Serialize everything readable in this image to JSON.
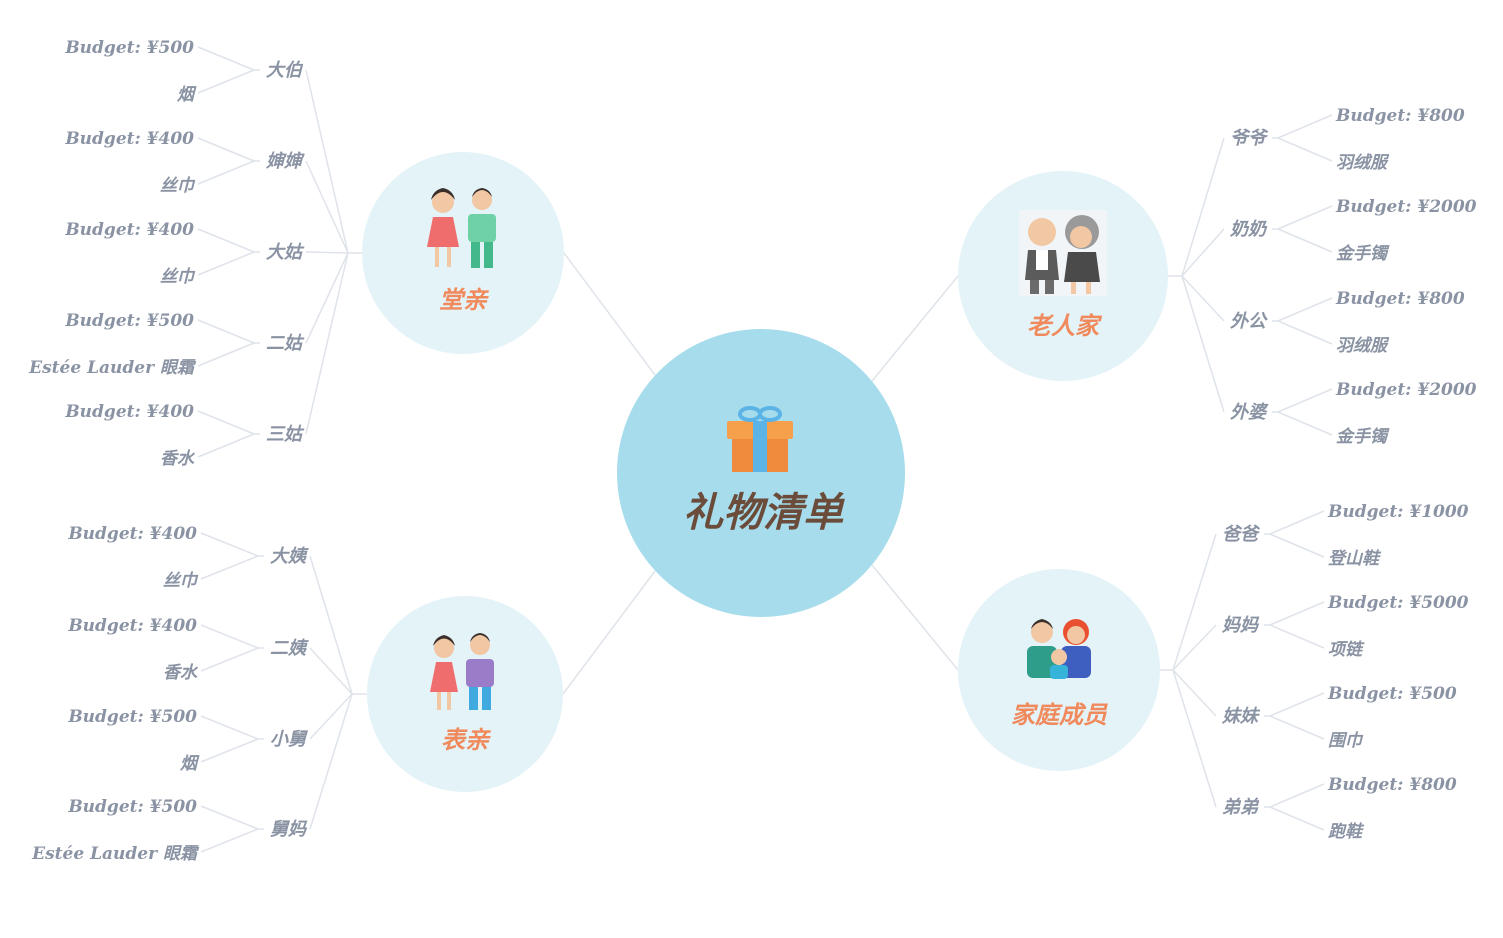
{
  "center": {
    "title": "礼物清单",
    "icon": "gift-icon",
    "color": "#a6dcec"
  },
  "colors": {
    "category_bg": "#e4f3f8",
    "category_text": "#f08a5d",
    "leaf_text": "#8a93a3",
    "center_text": "#6b4c3b",
    "line": "#dfe3ea"
  },
  "categories": [
    {
      "id": "tangqin",
      "label": "堂亲",
      "icon": "cousins-paternal-icon",
      "members": [
        {
          "name": "大伯",
          "budget": "Budget: ¥500",
          "gift": "烟"
        },
        {
          "name": "婶婶",
          "budget": "Budget: ¥400",
          "gift": "丝巾"
        },
        {
          "name": "大姑",
          "budget": "Budget: ¥400",
          "gift": "丝巾"
        },
        {
          "name": "二姑",
          "budget": "Budget: ¥500",
          "gift": "Estée Lauder 眼霜"
        },
        {
          "name": "三姑",
          "budget": "Budget: ¥400",
          "gift": "香水"
        }
      ]
    },
    {
      "id": "biaoqin",
      "label": "表亲",
      "icon": "cousins-maternal-icon",
      "members": [
        {
          "name": "大姨",
          "budget": "Budget: ¥400",
          "gift": "丝巾"
        },
        {
          "name": "二姨",
          "budget": "Budget: ¥400",
          "gift": "香水"
        },
        {
          "name": "小舅",
          "budget": "Budget: ¥500",
          "gift": "烟"
        },
        {
          "name": "舅妈",
          "budget": "Budget: ¥500",
          "gift": "Estée Lauder 眼霜"
        }
      ]
    },
    {
      "id": "laorenjia",
      "label": "老人家",
      "icon": "grandparents-icon",
      "members": [
        {
          "name": "爷爷",
          "budget": "Budget: ¥800",
          "gift": "羽绒服"
        },
        {
          "name": "奶奶",
          "budget": "Budget: ¥2000",
          "gift": "金手镯"
        },
        {
          "name": "外公",
          "budget": "Budget: ¥800",
          "gift": "羽绒服"
        },
        {
          "name": "外婆",
          "budget": "Budget: ¥2000",
          "gift": "金手镯"
        }
      ]
    },
    {
      "id": "jiating",
      "label": "家庭成员",
      "icon": "family-icon",
      "members": [
        {
          "name": "爸爸",
          "budget": "Budget: ¥1000",
          "gift": "登山鞋"
        },
        {
          "name": "妈妈",
          "budget": "Budget: ¥5000",
          "gift": "项链"
        },
        {
          "name": "妹妹",
          "budget": "Budget: ¥500",
          "gift": "围巾"
        },
        {
          "name": "弟弟",
          "budget": "Budget: ¥800",
          "gift": "跑鞋"
        }
      ]
    }
  ]
}
